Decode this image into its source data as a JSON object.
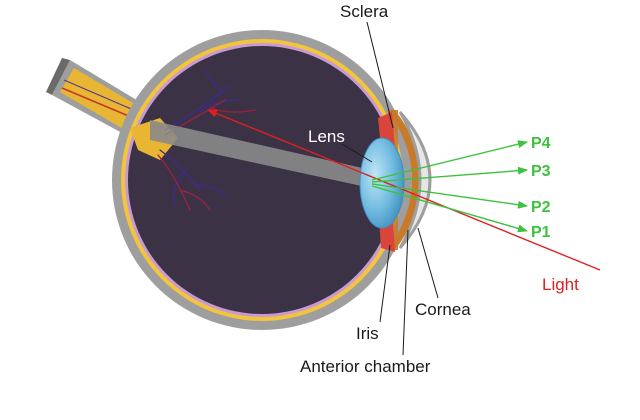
{
  "labels": {
    "sclera": "Sclera",
    "lens": "Lens",
    "cornea": "Cornea",
    "iris": "Iris",
    "anterior_chamber": "Anterior chamber",
    "light": "Light",
    "p1": "P1",
    "p2": "P2",
    "p3": "P3",
    "p4": "P4"
  },
  "colors": {
    "sclera": "#9e9e9e",
    "choroid_yellow": "#f2c53d",
    "interior": "#3b3246",
    "lens": "#7cc3e8",
    "iris": "#d9453a",
    "cornea_aqueous": "#c8792a",
    "optic_nerve": "#e9b634",
    "purkinje_rays": "#3cc23c",
    "light_ray": "#e02020"
  }
}
